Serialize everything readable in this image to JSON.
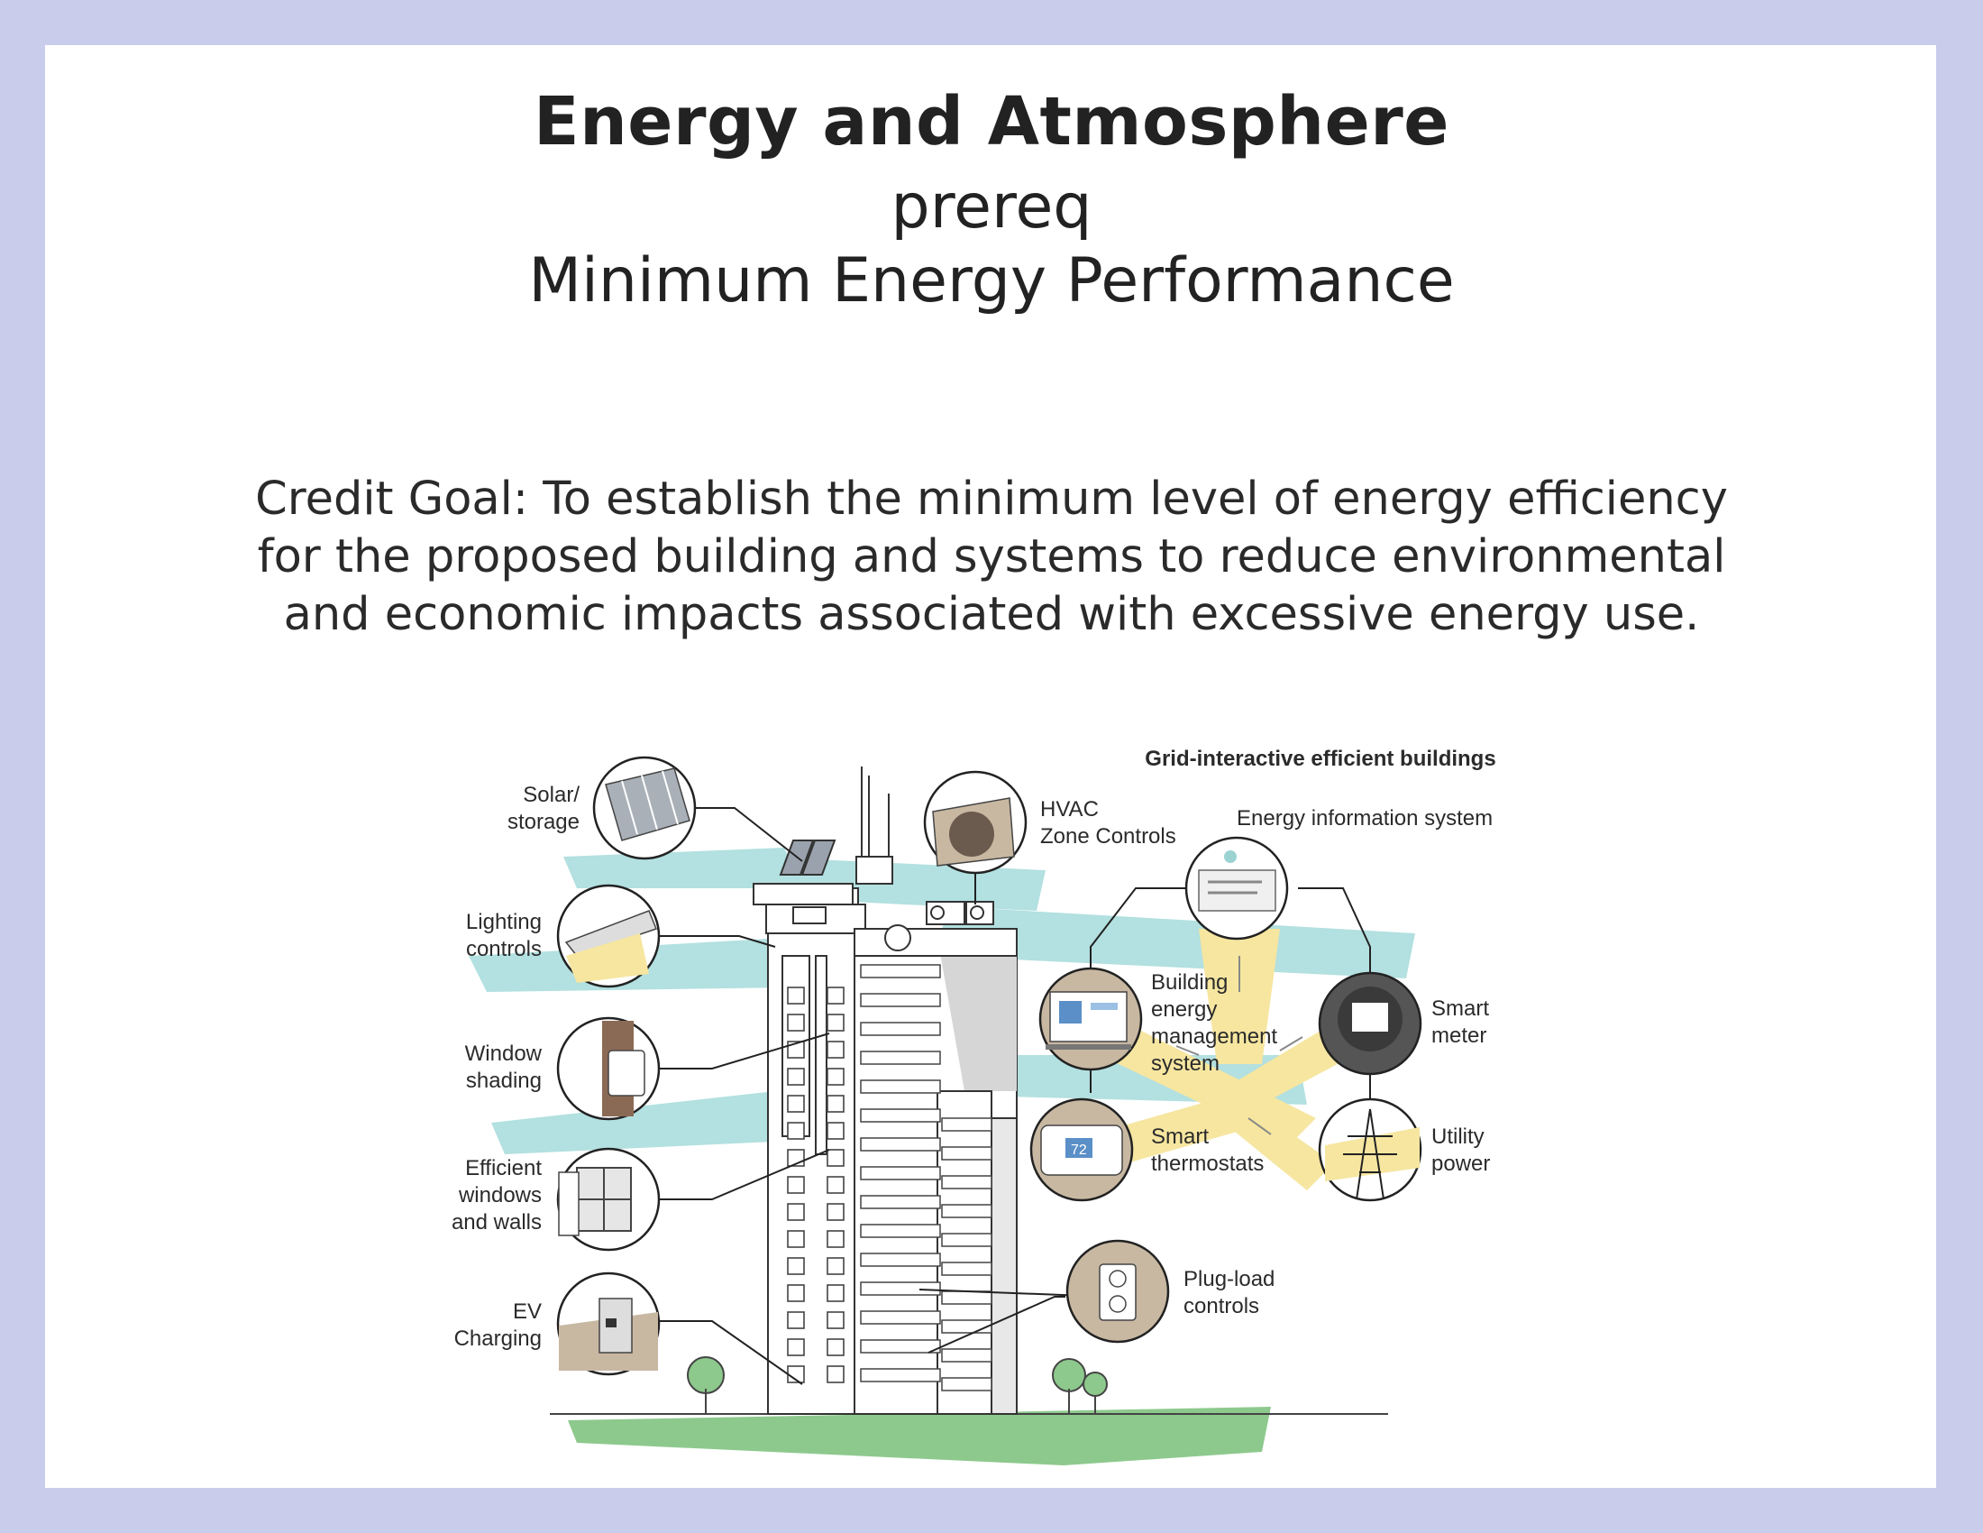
{
  "header": {
    "title": "Energy and Atmosphere",
    "subtitle_line1": "prereq",
    "subtitle_line2": "Minimum Energy Performance"
  },
  "credit_goal": "Credit Goal: To establish the minimum level of energy efficiency for the proposed building and systems to reduce environmental and economic impacts associated with excessive energy use.",
  "diagram": {
    "title": "Grid-interactive efficient buildings",
    "labels": {
      "solar": [
        "Solar/",
        "storage"
      ],
      "lighting": [
        "Lighting",
        "controls"
      ],
      "window_shading": [
        "Window",
        "shading"
      ],
      "efficient_windows": [
        "Efficient",
        "windows",
        "and walls"
      ],
      "ev_charging": [
        "EV",
        "Charging"
      ],
      "hvac": [
        "HVAC",
        "Zone Controls"
      ],
      "energy_info": "Energy information system",
      "bems": [
        "Building",
        "energy",
        "management",
        "system"
      ],
      "smart_meter": [
        "Smart",
        "meter"
      ],
      "smart_thermostats": [
        "Smart",
        "thermostats"
      ],
      "utility_power": [
        "Utility",
        "power"
      ],
      "plug_load": [
        "Plug-load",
        "controls"
      ]
    },
    "thermostat_reading": "72"
  },
  "colors": {
    "background": "#c9cdeb",
    "sheet": "#ffffff",
    "sky_band": "#b3e0e0",
    "yellow_beam": "#f6e6a0",
    "grass": "#8dc98d",
    "icon_fill": "#c8b8a2"
  }
}
